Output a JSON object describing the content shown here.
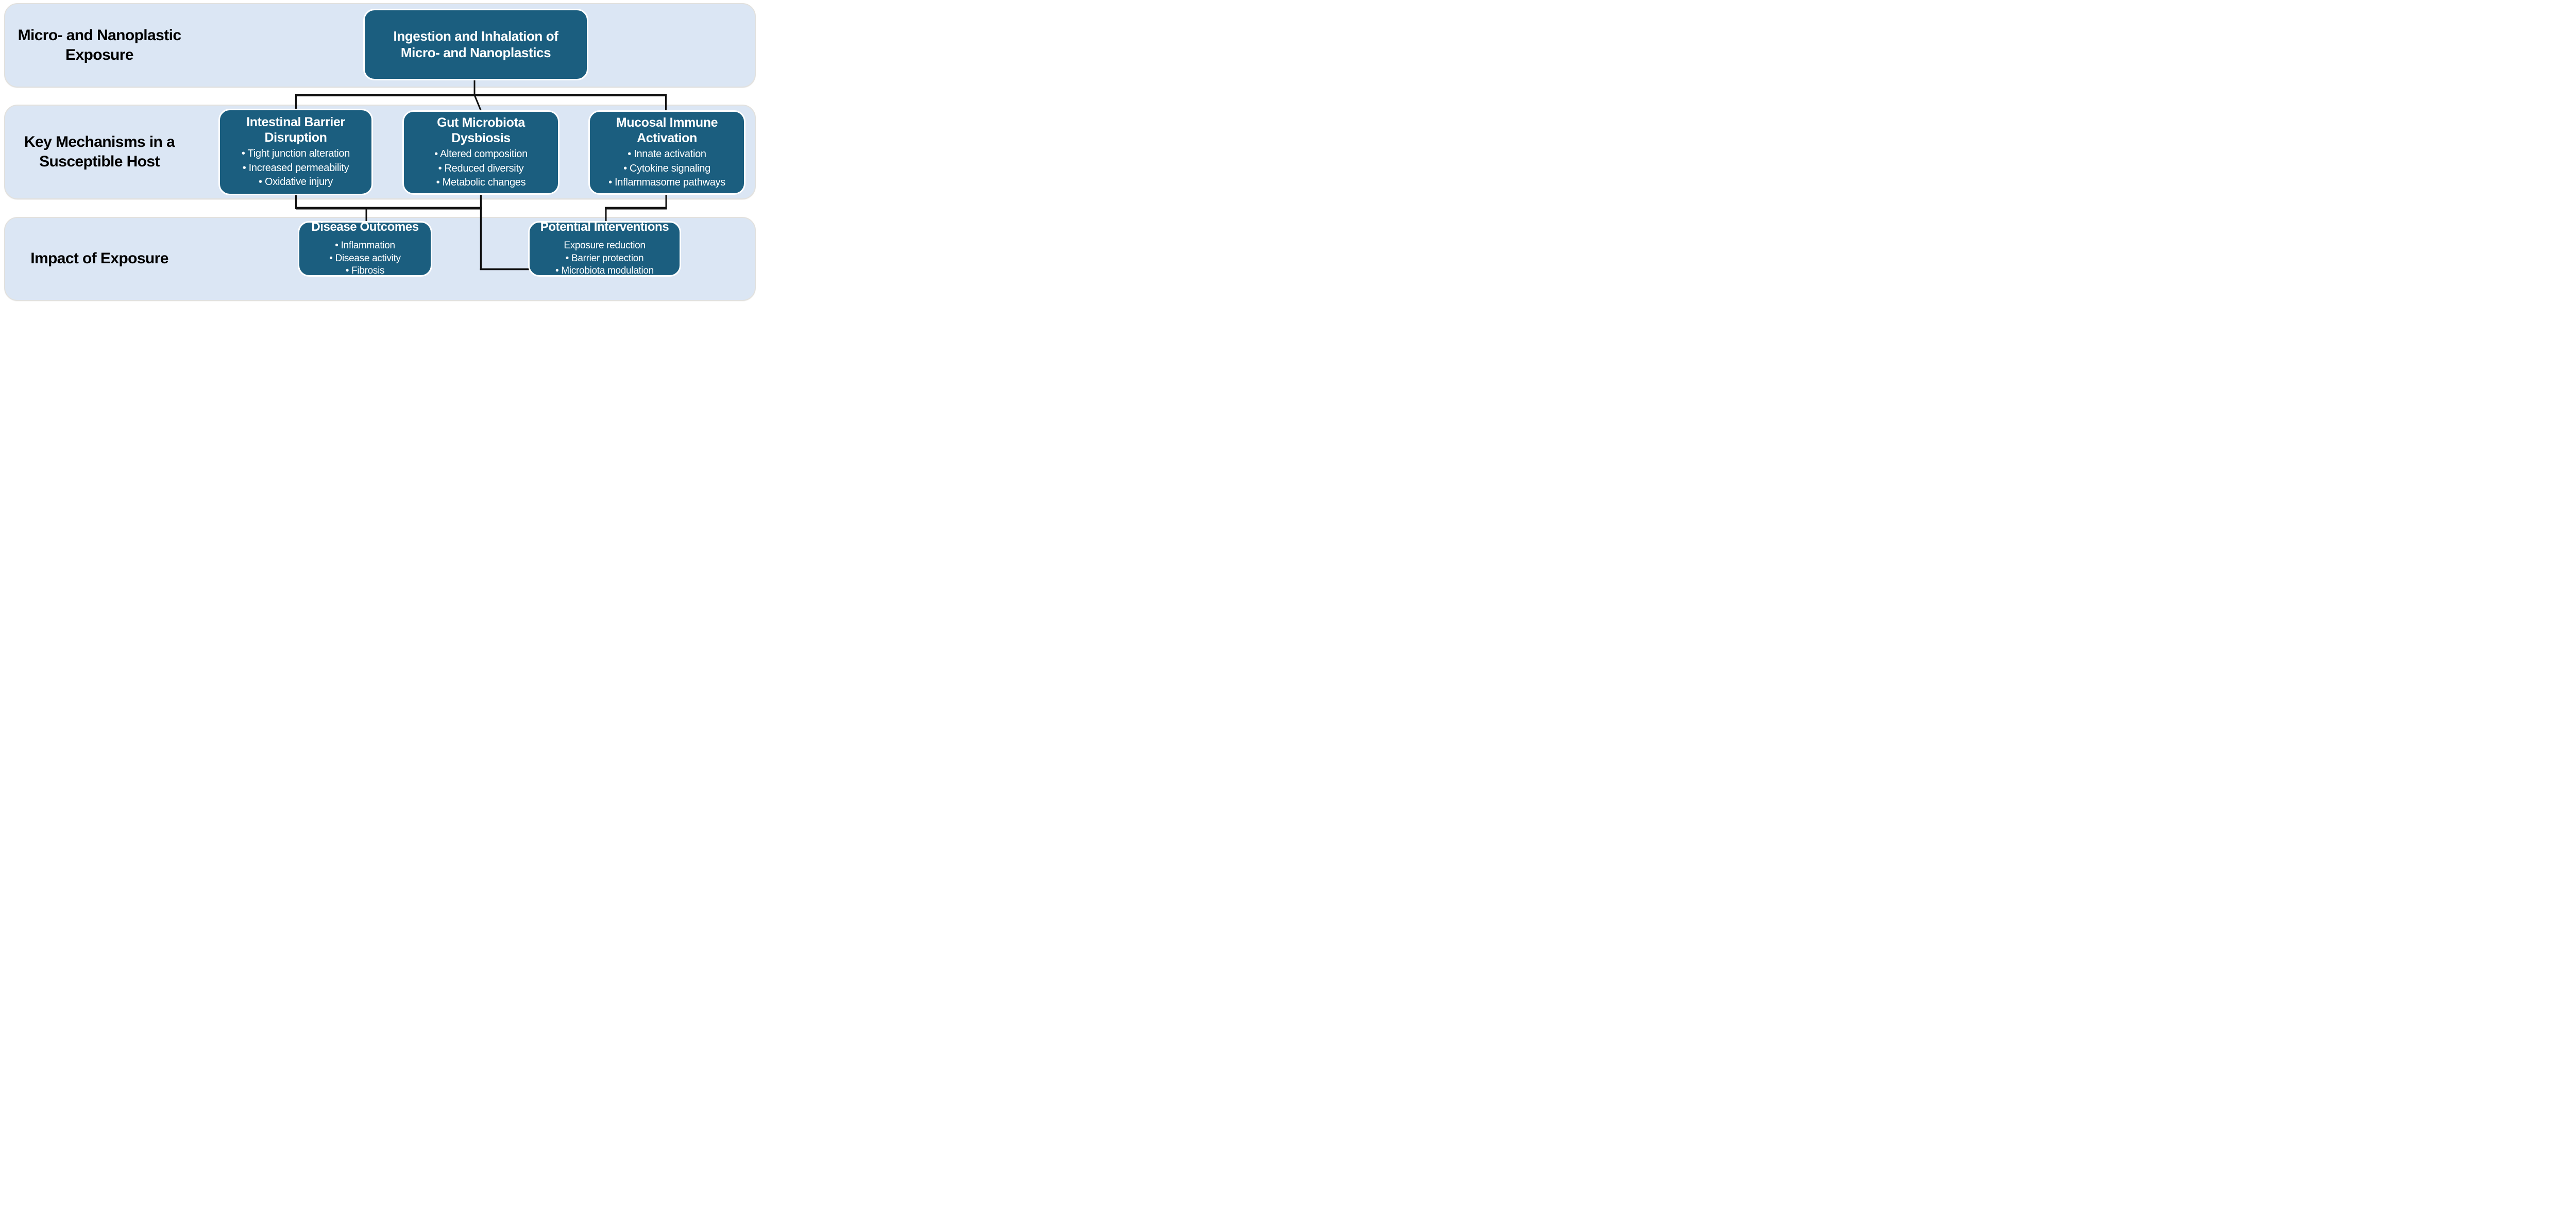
{
  "figure": {
    "bands": [
      {
        "id": "exposure-band",
        "label": "Micro- and Nanoplastic\nExposure"
      },
      {
        "id": "mechanisms-band",
        "label": "Key Mechanisms in a\nSusceptible Host"
      },
      {
        "id": "impact-band",
        "label": "Impact of Exposure"
      }
    ],
    "nodes": {
      "ingestion": {
        "title": "Ingestion and Inhalation of\nMicro- and Nanoplastics"
      },
      "barrier": {
        "title": "Intestinal Barrier\nDisruption",
        "items": [
          "• Tight junction alteration",
          "• Increased permeability",
          "• Oxidative injury"
        ]
      },
      "dysbiosis": {
        "title": "Gut Microbiota\nDysbiosis",
        "items": [
          "• Altered composition",
          "• Reduced diversity",
          "• Metabolic changes"
        ]
      },
      "immune": {
        "title": "Mucosal Immune\nActivation",
        "items": [
          "• Innate activation",
          "• Cytokine signaling",
          "• Inflammasome pathways"
        ]
      },
      "outcomes": {
        "title": "Disease Outcomes",
        "items": [
          "• Inflammation",
          "• Disease activity",
          "• Fibrosis"
        ]
      },
      "interventions": {
        "title": "Potential Interventions",
        "items": [
          "Exposure reduction",
          "• Barrier protection",
          "• Microbiota modulation"
        ]
      }
    },
    "colors": {
      "node_fill": "#1b5e7f",
      "band_fill": "#dbe6f4",
      "band_border": "#e2e1de",
      "text_on_node": "#ffffff",
      "label_text": "#000000",
      "connector": "#111111",
      "background": "#ffffff"
    }
  }
}
